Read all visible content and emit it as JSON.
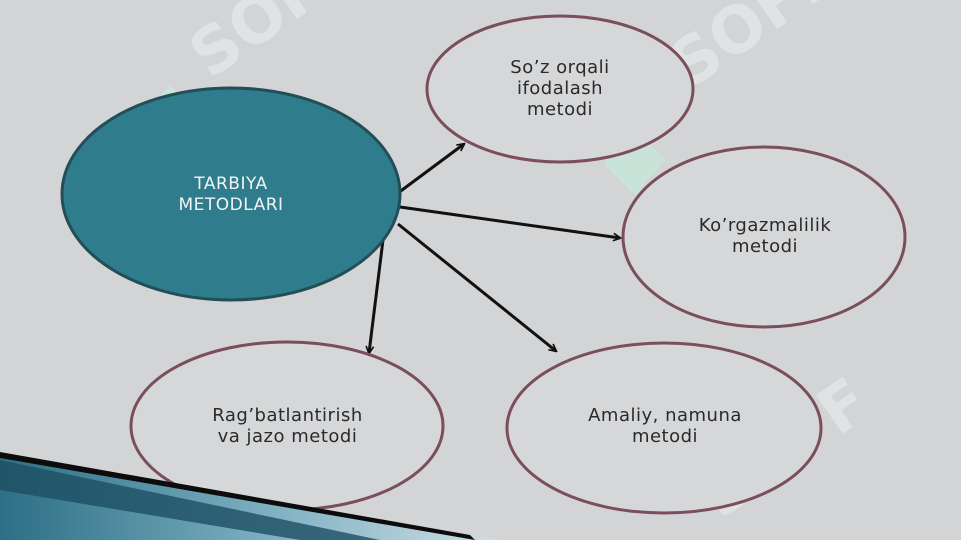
{
  "diagram": {
    "center": {
      "lines": [
        "TARBIYA",
        "METODLARI"
      ],
      "fill": "#2f7d8c"
    },
    "nodes": [
      {
        "id": "soz",
        "lines": [
          "So’z orqali",
          "ifodalash",
          "metodi"
        ]
      },
      {
        "id": "korgazmalilik",
        "lines": [
          "Ko’rgazmalilik",
          "metodi"
        ]
      },
      {
        "id": "amaliy",
        "lines": [
          "Amaliy, namuna",
          "metodi"
        ]
      },
      {
        "id": "ragbat",
        "lines": [
          "Rag’batlantirish",
          "va jazo metodi"
        ]
      }
    ],
    "ellipse_stroke": "#7a4e5c",
    "arrow_color": "#111111"
  },
  "watermark": {
    "text": "SOFF"
  }
}
